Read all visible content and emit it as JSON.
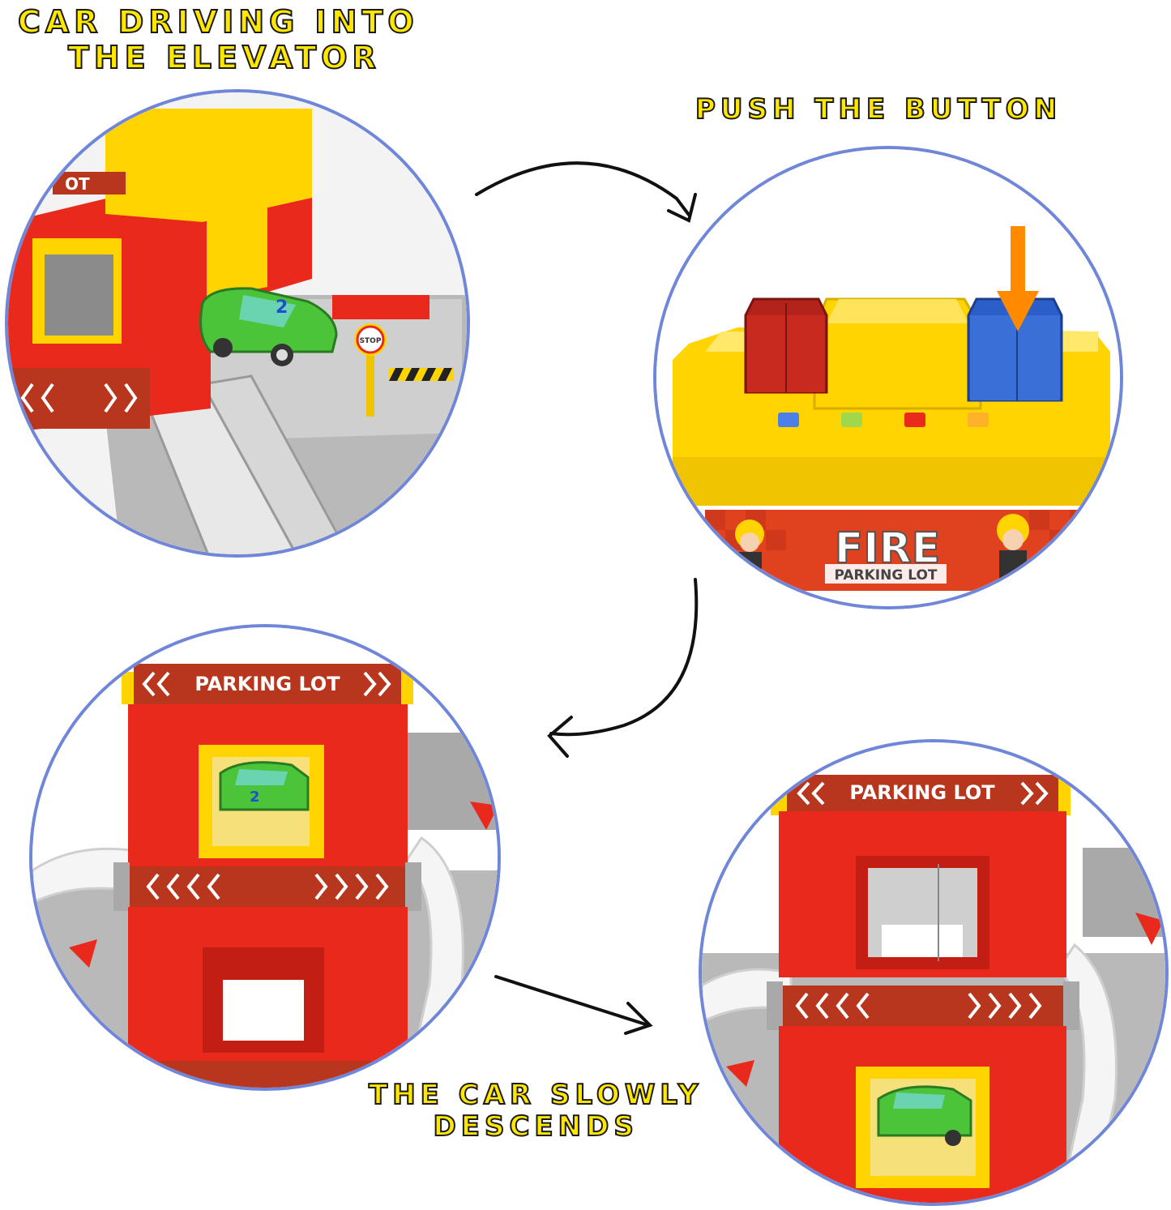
{
  "captions": {
    "step1_line1": "CAR DRIVING INTO",
    "step1_line2": "THE ELEVATOR",
    "step2": "PUSH THE BUTTON",
    "step3_line1": "THE CAR SLOWLY",
    "step3_line2": "DESCENDS"
  },
  "panels": {
    "panel1": {
      "sign_fragment": "OT",
      "stop_sign": "STOP"
    },
    "panel2": {
      "brand_big": "FIRE",
      "brand_small": "PARKING LOT"
    },
    "panel3": {
      "sign": "PARKING LOT"
    },
    "panel4": {
      "sign": "PARKING LOT"
    }
  },
  "colors": {
    "caption_fill": "#ffe700",
    "circle_border": "#6f86d9",
    "tower_red": "#e8291c",
    "toy_yellow": "#ffd400",
    "car_green": "#4cc43a",
    "button_blue": "#3a6fd8",
    "arrow_orange": "#ff8a00"
  }
}
